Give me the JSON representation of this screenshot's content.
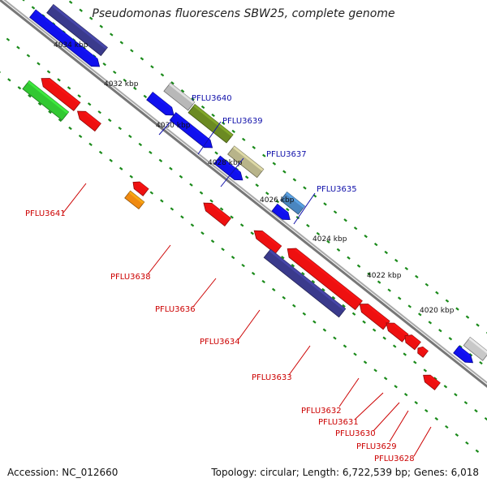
{
  "title": "Pseudomonas fluorescens SBW25, complete genome",
  "footer": {
    "accession": "Accession: NC_012660",
    "topology": "Topology: circular; Length: 6,722,539 bp; Genes: 6,018"
  },
  "colors": {
    "forward_cds": "#1010ee",
    "reverse_cds": "#ee1010",
    "backbone": "#888888",
    "tick_dots": "#1a8a1a",
    "forward_label": "#1010aa",
    "reverse_label": "#cc0000"
  },
  "ticks": [
    "4034 kbp",
    "4032 kbp",
    "4030 kbp",
    "4028 kbp",
    "4026 kbp",
    "4024 kbp",
    "4022 kbp",
    "4020 kbp"
  ],
  "forward_labels": [
    "PFLU3640",
    "PFLU3639",
    "PFLU3637",
    "PFLU3635"
  ],
  "reverse_labels": [
    "PFLU3641",
    "PFLU3638",
    "PFLU3636",
    "PFLU3634",
    "PFLU3633",
    "PFLU3632",
    "PFLU3631",
    "PFLU3630",
    "PFLU3629",
    "PFLU3628"
  ]
}
